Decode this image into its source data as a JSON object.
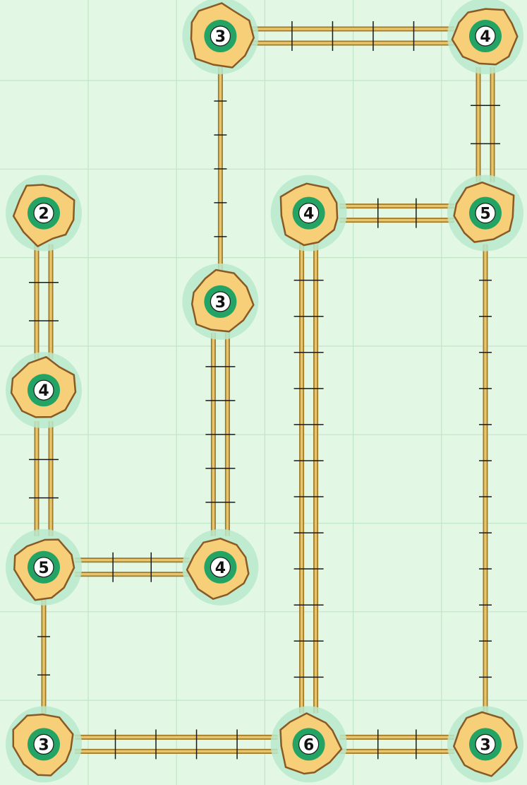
{
  "puzzle": {
    "type": "hashi",
    "grid": {
      "cols": 6,
      "rows": 9
    },
    "colors": {
      "background": "#e2f8e4",
      "grid_line": "#bfe6c5",
      "halo": "#b9e9cc",
      "island_fill": "#f6cf78",
      "island_stroke": "#8a5a24",
      "ring": "#23a465",
      "center": "#ffffff",
      "bridge_rail": "#9c7a2a",
      "bridge_fill": "#e9c46a",
      "tie": "#1a1a1a"
    },
    "islands": [
      {
        "id": "i1",
        "col": 2,
        "row": 0,
        "value": "3"
      },
      {
        "id": "i2",
        "col": 5,
        "row": 0,
        "value": "4"
      },
      {
        "id": "i3",
        "col": 0,
        "row": 2,
        "value": "2"
      },
      {
        "id": "i4",
        "col": 3,
        "row": 2,
        "value": "4"
      },
      {
        "id": "i5",
        "col": 5,
        "row": 2,
        "value": "5"
      },
      {
        "id": "i6",
        "col": 2,
        "row": 3,
        "value": "3"
      },
      {
        "id": "i7",
        "col": 0,
        "row": 4,
        "value": "4"
      },
      {
        "id": "i8",
        "col": 0,
        "row": 6,
        "value": "5"
      },
      {
        "id": "i9",
        "col": 2,
        "row": 6,
        "value": "4"
      },
      {
        "id": "i10",
        "col": 0,
        "row": 8,
        "value": "3"
      },
      {
        "id": "i11",
        "col": 3,
        "row": 8,
        "value": "6"
      },
      {
        "id": "i12",
        "col": 5,
        "row": 8,
        "value": "3"
      }
    ],
    "bridges": [
      {
        "from": "i1",
        "to": "i2",
        "count": 2
      },
      {
        "from": "i1",
        "to": "i6",
        "count": 1
      },
      {
        "from": "i2",
        "to": "i5",
        "count": 2
      },
      {
        "from": "i3",
        "to": "i7",
        "count": 2
      },
      {
        "from": "i4",
        "to": "i5",
        "count": 2
      },
      {
        "from": "i4",
        "to": "i11",
        "count": 2
      },
      {
        "from": "i5",
        "to": "i12",
        "count": 1
      },
      {
        "from": "i6",
        "to": "i9",
        "count": 2
      },
      {
        "from": "i7",
        "to": "i8",
        "count": 2
      },
      {
        "from": "i8",
        "to": "i9",
        "count": 2
      },
      {
        "from": "i8",
        "to": "i10",
        "count": 1
      },
      {
        "from": "i10",
        "to": "i11",
        "count": 2
      },
      {
        "from": "i11",
        "to": "i12",
        "count": 2
      }
    ]
  }
}
